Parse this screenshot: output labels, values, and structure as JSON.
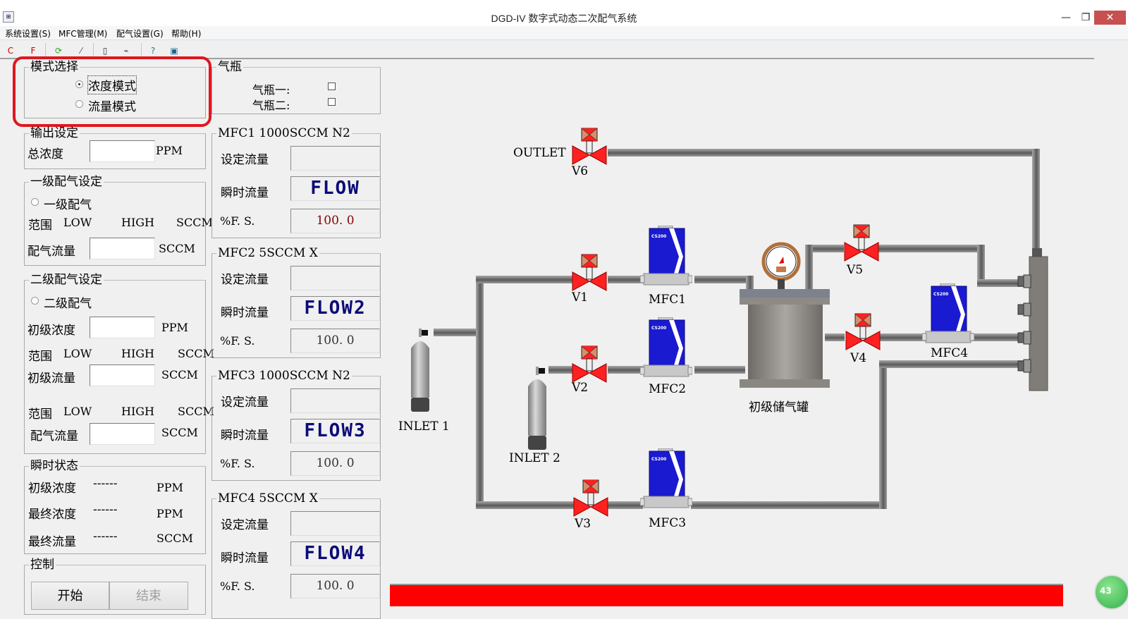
{
  "window": {
    "title": "DGD-IV 数字式动态二次配气系统",
    "minimize": "—",
    "maximize": "❐",
    "close": "✕"
  },
  "menu": [
    {
      "label": "系统设置(S)"
    },
    {
      "label": "MFC管理(M)"
    },
    {
      "label": "配气设置(G)"
    },
    {
      "label": "帮助(H)"
    }
  ],
  "toolbar": [
    {
      "icon": "new-c-icon",
      "glyph": "C"
    },
    {
      "icon": "new-f-icon",
      "glyph": "F"
    },
    {
      "icon": "refresh-icon",
      "glyph": "⟳"
    },
    {
      "icon": "probe-icon",
      "glyph": "⁄"
    },
    {
      "icon": "cylinder-icon",
      "glyph": "▯"
    },
    {
      "icon": "satellite-icon",
      "glyph": "⌁"
    },
    {
      "icon": "help-icon",
      "glyph": "?"
    },
    {
      "icon": "terminal-icon",
      "glyph": "▣"
    }
  ],
  "mode": {
    "legend": "模式选择",
    "options": [
      {
        "label": "浓度模式",
        "selected": true
      },
      {
        "label": "流量模式",
        "selected": false
      }
    ]
  },
  "cylinders": {
    "legend": "气瓶",
    "items": [
      {
        "label": "气瓶一:",
        "checked": false
      },
      {
        "label": "气瓶二:",
        "checked": false
      }
    ]
  },
  "output": {
    "legend": "输出设定",
    "label": "总浓度",
    "value": "",
    "unit": "PPM"
  },
  "level1": {
    "legend": "一级配气设定",
    "radio": "一级配气",
    "range_label": "范围",
    "low": "LOW",
    "high": "HIGH",
    "range_unit": "SCCM",
    "flow_label": "配气流量",
    "flow_value": "",
    "flow_unit": "SCCM"
  },
  "level2": {
    "legend": "二级配气设定",
    "radio": "二级配气",
    "conc_label": "初级浓度",
    "conc_value": "",
    "conc_unit": "PPM",
    "range_label": "范围",
    "low": "LOW",
    "high": "HIGH",
    "range_unit": "SCCM",
    "pflow_label": "初级流量",
    "pflow_value": "",
    "pflow_unit": "SCCM",
    "range2_label": "范围",
    "low2": "LOW",
    "high2": "HIGH",
    "range2_unit": "SCCM",
    "flow_label": "配气流量",
    "flow_value": "",
    "flow_unit": "SCCM"
  },
  "status": {
    "legend": "瞬时状态",
    "rows": [
      {
        "label": "初级浓度",
        "value": "------",
        "unit": "PPM"
      },
      {
        "label": "最终浓度",
        "value": "------",
        "unit": "PPM"
      },
      {
        "label": "最终流量",
        "value": "------",
        "unit": "SCCM"
      }
    ]
  },
  "control": {
    "legend": "控制",
    "start": "开始",
    "stop": "结束"
  },
  "mfcs": [
    {
      "legend": "MFC1  1000SCCM N2",
      "set_label": "设定流量",
      "set_value": "",
      "flow_label": "瞬时流量",
      "flow": "FLOW",
      "fs_label": "%F. S.",
      "fs": "100. 0"
    },
    {
      "legend": "MFC2  5SCCM  X",
      "set_label": "设定流量",
      "set_value": "",
      "flow_label": "瞬时流量",
      "flow": "FLOW2",
      "fs_label": "%F. S.",
      "fs": "100. 0"
    },
    {
      "legend": "MFC3  1000SCCM N2",
      "set_label": "设定流量",
      "set_value": "",
      "flow_label": "瞬时流量",
      "flow": "FLOW3",
      "fs_label": "%F. S.",
      "fs": "100. 0"
    },
    {
      "legend": "MFC4  5SCCM  X",
      "set_label": "设定流量",
      "set_value": "",
      "flow_label": "瞬时流量",
      "flow": "FLOW4",
      "fs_label": "%F. S.",
      "fs": "100. 0"
    }
  ],
  "diagram": {
    "outlet": "OUTLET",
    "inlet1": "INLET  1",
    "inlet2": "INLET  2",
    "tank": "初级储气罐",
    "valves": [
      "V1",
      "V2",
      "V3",
      "V4",
      "V5",
      "V6"
    ],
    "mfcs": [
      "MFC1",
      "MFC2",
      "MFC3",
      "MFC4"
    ],
    "mfc_model": "CS200"
  },
  "badge": {
    "value": "43"
  },
  "colors": {
    "valve": "#ff2020",
    "status_bar": "#ff0000",
    "lcd": "#0b0b78",
    "highlight": "#e0161e"
  }
}
